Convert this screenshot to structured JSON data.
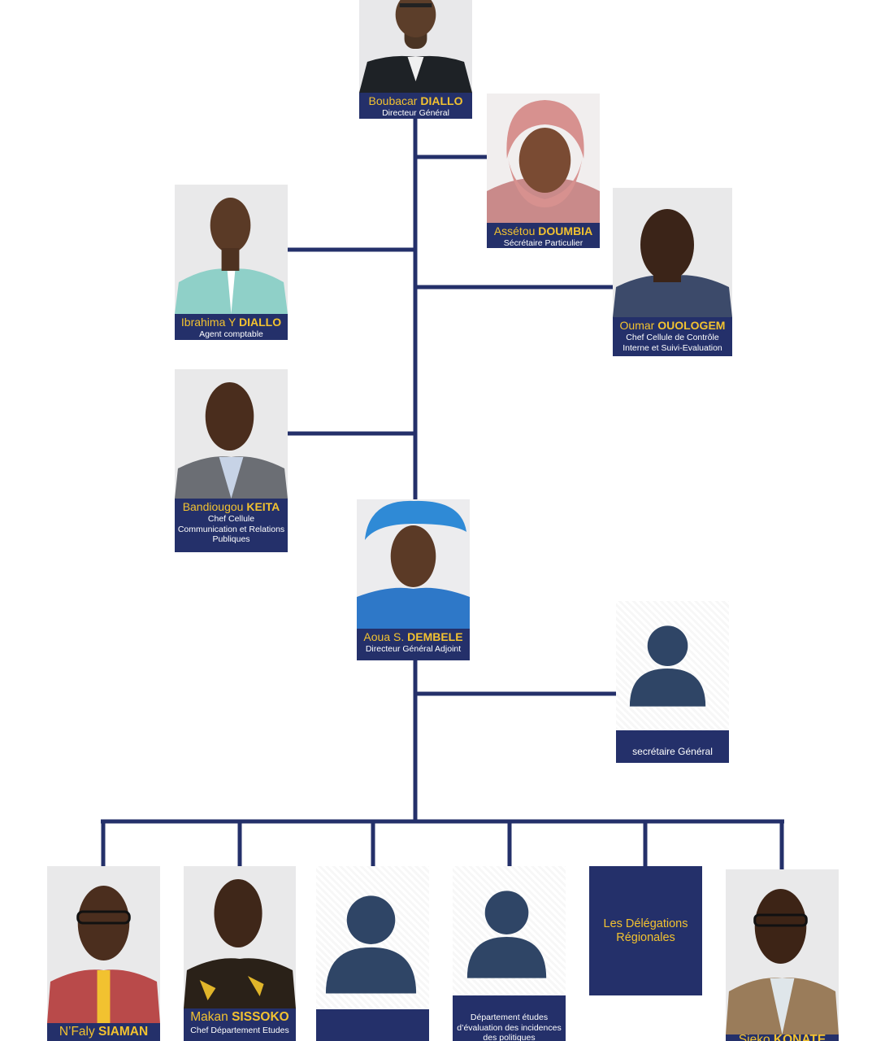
{
  "colors": {
    "navy": "#24306a",
    "gold": "#f2c230",
    "placeholder": "#2f4566",
    "line": "#24306a"
  },
  "director": {
    "first": "Boubacar",
    "last": "DIALLO",
    "title": "Directeur Général"
  },
  "secretary": {
    "first": "Assétou",
    "last": "DOUMBIA",
    "title": "Sécrétaire Particulier"
  },
  "accountant": {
    "first": "Ibrahima Y",
    "last": "DIALLO",
    "title": "Agent comptable"
  },
  "control": {
    "first": "Oumar",
    "last": "OUOLOGEM",
    "title": "Chef Cellule de Contrôle Interne et Suivi-Evaluation"
  },
  "communication": {
    "first": "Bandiougou",
    "last": "KEITA",
    "title": "Chef Cellule Communication et Relations Publiques"
  },
  "deputy": {
    "first": "Aoua S.",
    "last": "DEMBELE",
    "title": "Directeur Général Adjoint"
  },
  "secgen": {
    "title": "secrétaire Général"
  },
  "dept1": {
    "first": "N’Faly",
    "last": "SIAMAN"
  },
  "dept2": {
    "first": "Makan",
    "last": "SISSOKO",
    "title": "Chef Département Etudes"
  },
  "dept4": {
    "title": "Département études d’évaluation des incidences des politiques"
  },
  "delegations": {
    "label": "Les Délégations Régionales"
  },
  "dept6": {
    "first": "Sieko",
    "last": "KONATE"
  }
}
